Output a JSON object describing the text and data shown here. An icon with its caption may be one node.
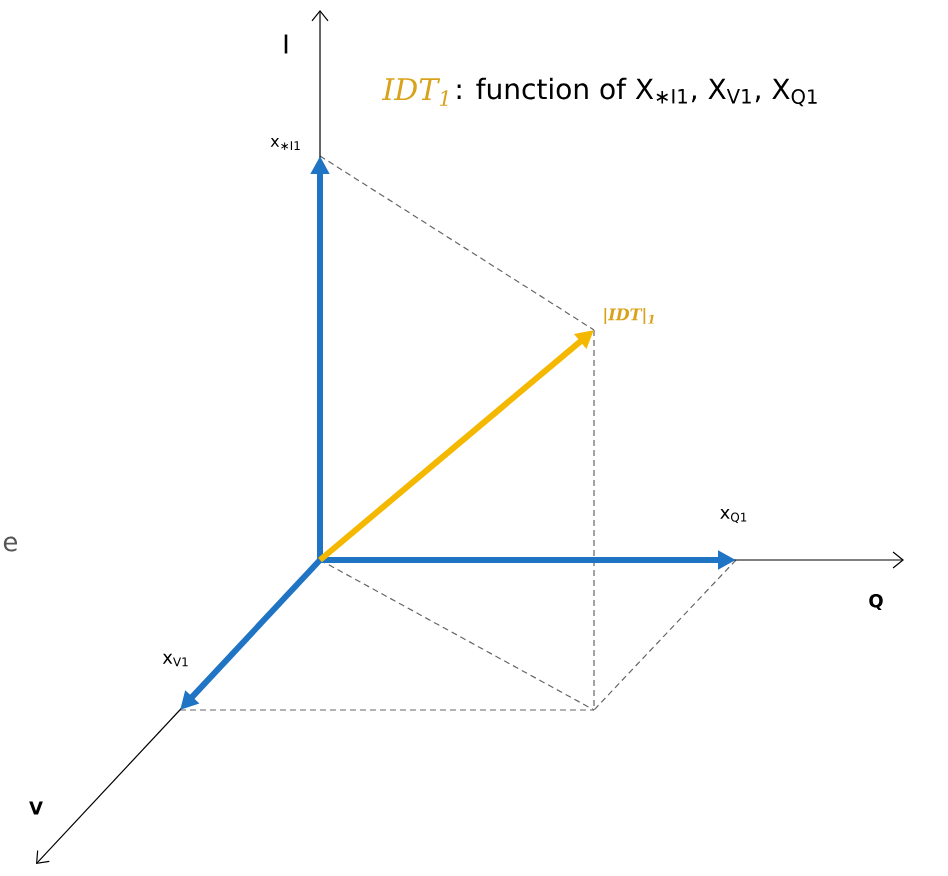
{
  "diagram": {
    "labels": [
      "I",
      "IDT$_{1}$",
      ": function of X$_{∗I1}$, X$_{V1}$, X$_{Q1}$",
      "x$_{∗I1}$",
      "|IDT|$_{1}$",
      "e",
      "x$_{Q1}$",
      "Q",
      "x$_{V1}$",
      "V"
    ]
  }
}
